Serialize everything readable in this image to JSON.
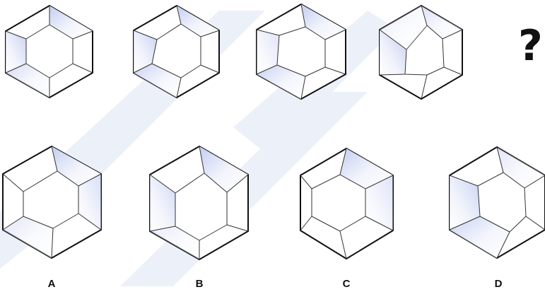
{
  "puzzle": {
    "missing_mark": "?",
    "sequence": [
      {
        "name": "sequence-figure-1"
      },
      {
        "name": "sequence-figure-2"
      },
      {
        "name": "sequence-figure-3"
      },
      {
        "name": "sequence-figure-4"
      }
    ],
    "options": [
      {
        "label": "A"
      },
      {
        "label": "B"
      },
      {
        "label": "C"
      },
      {
        "label": "D"
      }
    ]
  },
  "colors": {
    "outline": "#111111",
    "inner_line": "#333333",
    "face_tint": "#d3daf6",
    "face_tint_strong": "#b9c4ef",
    "watermark": "#e8eef8"
  }
}
